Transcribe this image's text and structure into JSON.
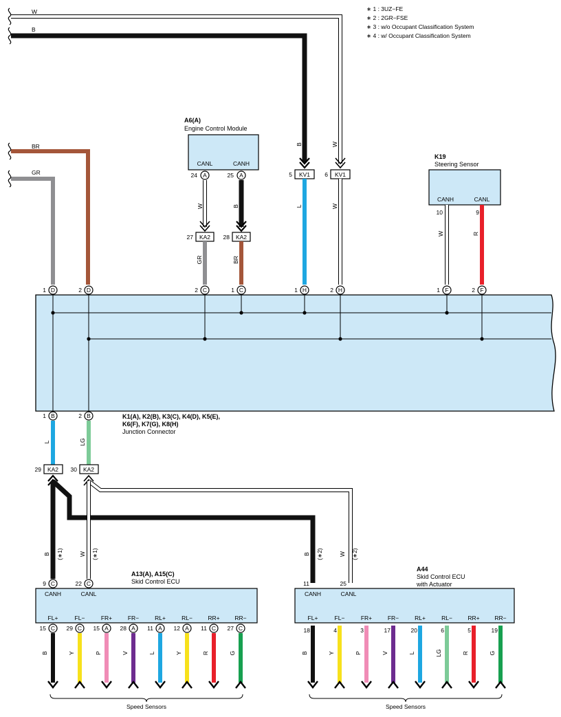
{
  "notes": [
    "∗ 1 : 3UZ−FE",
    "∗ 2 : 2GR−FSE",
    "∗ 3 : w/o Occupant Classification System",
    "∗ 4 : w/ Occupant Classification System"
  ],
  "colors": {
    "module_fill": "#cde8f7",
    "B": "#111111",
    "W": "#ffffff",
    "L": "#1ea7e1",
    "LG": "#7dcb98",
    "GR": "#8f8f92",
    "BR": "#a4563a",
    "R": "#e8202a",
    "Y": "#f7e11c",
    "P": "#f08cb6",
    "V": "#6d2c8f",
    "G": "#17a050"
  },
  "incoming_wires": {
    "W": "W",
    "B": "B",
    "BR": "BR",
    "GR": "GR"
  },
  "ecm": {
    "code": "A6(A)",
    "name": "Engine Control Module",
    "pins": [
      {
        "num": "24",
        "letter": "A",
        "label": "CANL",
        "wire": "W"
      },
      {
        "num": "25",
        "letter": "A",
        "label": "CANH",
        "wire": "B"
      }
    ],
    "connectors": [
      {
        "num": "27",
        "code": "KA2",
        "wire": "GR"
      },
      {
        "num": "28",
        "code": "KA2",
        "wire": "BR"
      }
    ]
  },
  "kv": [
    {
      "num": "5",
      "code": "KV1",
      "wire_in": "B",
      "wire_out": "L"
    },
    {
      "num": "6",
      "code": "KV1",
      "wire_in": "W",
      "wire_out": "W"
    }
  ],
  "steering": {
    "code": "K19",
    "name": "Steering Sensor",
    "pins": [
      {
        "num": "10",
        "label": "CANH",
        "wire": "W"
      },
      {
        "num": "9",
        "label": "CANL",
        "wire": "R"
      }
    ]
  },
  "jc": {
    "title_lines": [
      "K1(A), K2(B), K3(C), K4(D), K5(E),",
      "K6(F), K7(G), K8(H)"
    ],
    "name": "Junction Connector",
    "top_pins": [
      {
        "num": "1",
        "letter": "D"
      },
      {
        "num": "2",
        "letter": "D"
      },
      {
        "num": "2",
        "letter": "C"
      },
      {
        "num": "1",
        "letter": "C"
      },
      {
        "num": "1",
        "letter": "H"
      },
      {
        "num": "2",
        "letter": "H"
      },
      {
        "num": "1",
        "letter": "F"
      },
      {
        "num": "2",
        "letter": "F"
      }
    ],
    "bottom_pins": [
      {
        "num": "1",
        "letter": "B",
        "wire": "L"
      },
      {
        "num": "2",
        "letter": "B",
        "wire": "LG"
      }
    ]
  },
  "ka_bottom": [
    {
      "num": "29",
      "code": "KA2"
    },
    {
      "num": "30",
      "code": "KA2"
    }
  ],
  "lower_wires": {
    "left_b": "B",
    "left_w": "W",
    "left_b_note": "(∗1)",
    "left_w_note": "(∗1)",
    "right_b": "B",
    "right_w": "W",
    "right_b_note": "(∗2)",
    "right_w_note": "(∗2)"
  },
  "ecu_left": {
    "code": "A13(A), A15(C)",
    "name": "Skid Control ECU",
    "can_pins": [
      {
        "num": "9",
        "letter": "C",
        "label": "CANH"
      },
      {
        "num": "22",
        "letter": "C",
        "label": "CANL"
      }
    ],
    "sensor_pins": [
      {
        "label": "FL+",
        "num": "15",
        "letter": "C",
        "wire": "B"
      },
      {
        "label": "FL−",
        "num": "29",
        "letter": "C",
        "wire": "Y"
      },
      {
        "label": "FR+",
        "num": "15",
        "letter": "A",
        "wire": "P"
      },
      {
        "label": "FR−",
        "num": "28",
        "letter": "A",
        "wire": "V"
      },
      {
        "label": "RL+",
        "num": "11",
        "letter": "A",
        "wire": "L"
      },
      {
        "label": "RL−",
        "num": "12",
        "letter": "A",
        "wire": "Y"
      },
      {
        "label": "RR+",
        "num": "11",
        "letter": "C",
        "wire": "R"
      },
      {
        "label": "RR−",
        "num": "27",
        "letter": "C",
        "wire": "G"
      }
    ],
    "footer": "Speed Sensors"
  },
  "ecu_right": {
    "code": "A44",
    "name_lines": [
      "Skid Control ECU",
      "with Actuator"
    ],
    "can_pins": [
      {
        "num": "11",
        "label": "CANH"
      },
      {
        "num": "25",
        "label": "CANL"
      }
    ],
    "sensor_pins": [
      {
        "label": "FL+",
        "num": "18",
        "wire": "B"
      },
      {
        "label": "FL−",
        "num": "4",
        "wire": "Y"
      },
      {
        "label": "FR+",
        "num": "3",
        "wire": "P"
      },
      {
        "label": "FR−",
        "num": "17",
        "wire": "V"
      },
      {
        "label": "RL+",
        "num": "20",
        "wire": "L"
      },
      {
        "label": "RL−",
        "num": "6",
        "wire": "LG"
      },
      {
        "label": "RR+",
        "num": "5",
        "wire": "R"
      },
      {
        "label": "RR−",
        "num": "19",
        "wire": "G"
      }
    ],
    "footer": "Speed Sensors"
  }
}
